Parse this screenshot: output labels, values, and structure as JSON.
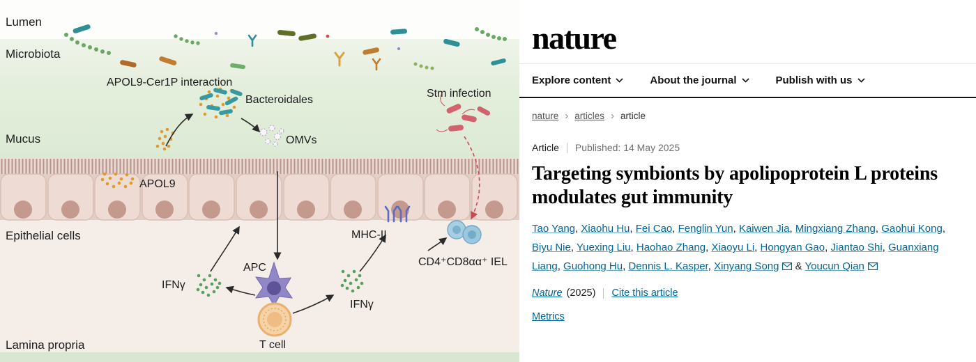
{
  "figure": {
    "labels": {
      "lumen": "Lumen",
      "microbiota": "Microbiota",
      "apol9_cer1p": "APOL9-Cer1P interaction",
      "bacteroidales": "Bacteroidales",
      "stm_infection": "Stm infection",
      "mucus": "Mucus",
      "omvs": "OMVs",
      "apol9": "APOL9",
      "epithelial_cells": "Epithelial cells",
      "mhc_ii": "MHC-II",
      "iel": "CD4⁺CD8αα⁺ IEL",
      "apc": "APC",
      "ifng_left": "IFNγ",
      "ifng_right": "IFNγ",
      "t_cell": "T cell",
      "lamina_propria": "Lamina propria"
    }
  },
  "site": {
    "logo": "nature",
    "nav": [
      "Explore content",
      "About the journal",
      "Publish with us"
    ],
    "breadcrumb": [
      "nature",
      "articles",
      "article"
    ]
  },
  "article": {
    "type_label": "Article",
    "published_label": "Published:",
    "published_date": "14 May 2025",
    "title": "Targeting symbionts by apolipoprotein L proteins modulates gut immunity",
    "authors": [
      {
        "name": "Tao Yang"
      },
      {
        "name": "Xiaohu Hu"
      },
      {
        "name": "Fei Cao"
      },
      {
        "name": "Fenglin Yun"
      },
      {
        "name": "Kaiwen Jia"
      },
      {
        "name": "Mingxiang Zhang"
      },
      {
        "name": "Gaohui Kong"
      },
      {
        "name": "Biyu Nie"
      },
      {
        "name": "Yuexing Liu"
      },
      {
        "name": "Haohao Zhang"
      },
      {
        "name": "Xiaoyu Li"
      },
      {
        "name": "Hongyan Gao"
      },
      {
        "name": "Jiantao Shi"
      },
      {
        "name": "Guanxiang Liang"
      },
      {
        "name": "Guohong Hu"
      },
      {
        "name": "Dennis L. Kasper"
      },
      {
        "name": "Xinyang Song",
        "email": true
      },
      {
        "name": "Youcun Qian",
        "email": true
      }
    ],
    "journal_name": "Nature",
    "journal_year": "(2025)",
    "cite_label": "Cite this article",
    "metrics_label": "Metrics"
  },
  "colors": {
    "link": "#006699",
    "header_rule": "#141414",
    "mucus_green": "#e0ecd7",
    "epithelium_pink": "#eedbd3",
    "apol9_orange": "#e09a2f",
    "bacteroidales_teal": "#3799a1",
    "stm_red": "#d2636e",
    "ifng_green": "#55a05c",
    "apc_purple": "#9187c7",
    "tcell_orange": "#f6d3a6",
    "iel_blue": "#a6cfe2"
  }
}
